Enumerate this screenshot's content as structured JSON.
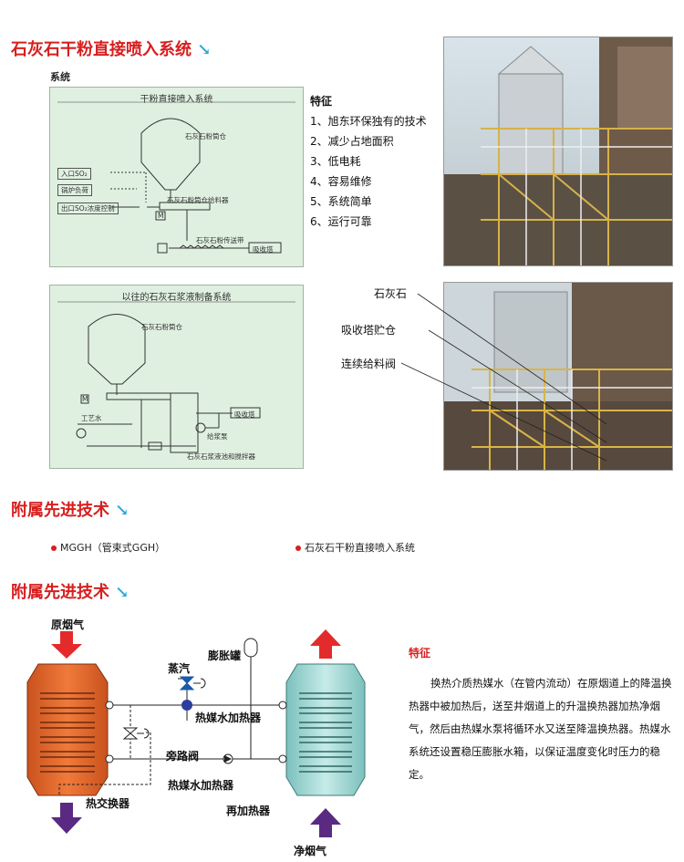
{
  "section1": {
    "title": "石灰石干粉直接喷入系统",
    "subtitle": "系统",
    "diagram1": {
      "title": "干粉直接喷入系统",
      "silo": "石灰石粉筒仓",
      "feeder": "石灰石粉筒仓给料器",
      "conveyor": "石灰石粉传送带",
      "tower": "吸收塔",
      "inputs": [
        "入口SO₂",
        "锅炉负荷",
        "出口SO₂浓度控制"
      ],
      "motor": "M"
    },
    "diagram2": {
      "title": "以往的石灰石浆液制备系统",
      "silo": "石灰石粉筒仓",
      "water": "工艺水",
      "pump": "给浆泵",
      "tower": "吸收塔",
      "tank": "石灰石浆液池和搅拌器",
      "motor": "M"
    },
    "features_title": "特征",
    "features": [
      "1、旭东环保独有的技术",
      "2、减少占地面积",
      "3、低电耗",
      "4、容易维修",
      "5、系统简单",
      "6、运行可靠"
    ],
    "photo_labels": [
      "石灰石",
      "吸收塔贮仓",
      "连续给料阀"
    ]
  },
  "section2": {
    "title": "附属先进技术",
    "items": [
      "MGGH（管束式GGH）",
      "石灰石干粉直接喷入系统"
    ]
  },
  "section3": {
    "title": "附属先进技术",
    "labels": {
      "raw_gas": "原烟气",
      "steam": "蒸汽",
      "tank": "膨胀罐",
      "heater1": "热媒水加热器",
      "bypass": "旁路阀",
      "heater2": "热媒水加热器",
      "exchanger": "热交换器",
      "reheater": "再加热器",
      "clean_gas": "净烟气"
    },
    "features_title": "特征",
    "description": "换热介质热媒水（在管内流动）在原烟道上的降温换热器中被加热后，送至井烟道上的升温换热器加热净烟气，然后由热媒水泵将循环水又送至降温换热器。热媒水系统还设置稳压膨胀水箱，以保证温度变化时压力的稳定。"
  },
  "colors": {
    "title_red": "#d81e1e",
    "arrow_blue": "#2aa6e0",
    "hot_orange": "#e0662a",
    "cool_teal": "#a8dcd8",
    "purple": "#5a2a82"
  }
}
